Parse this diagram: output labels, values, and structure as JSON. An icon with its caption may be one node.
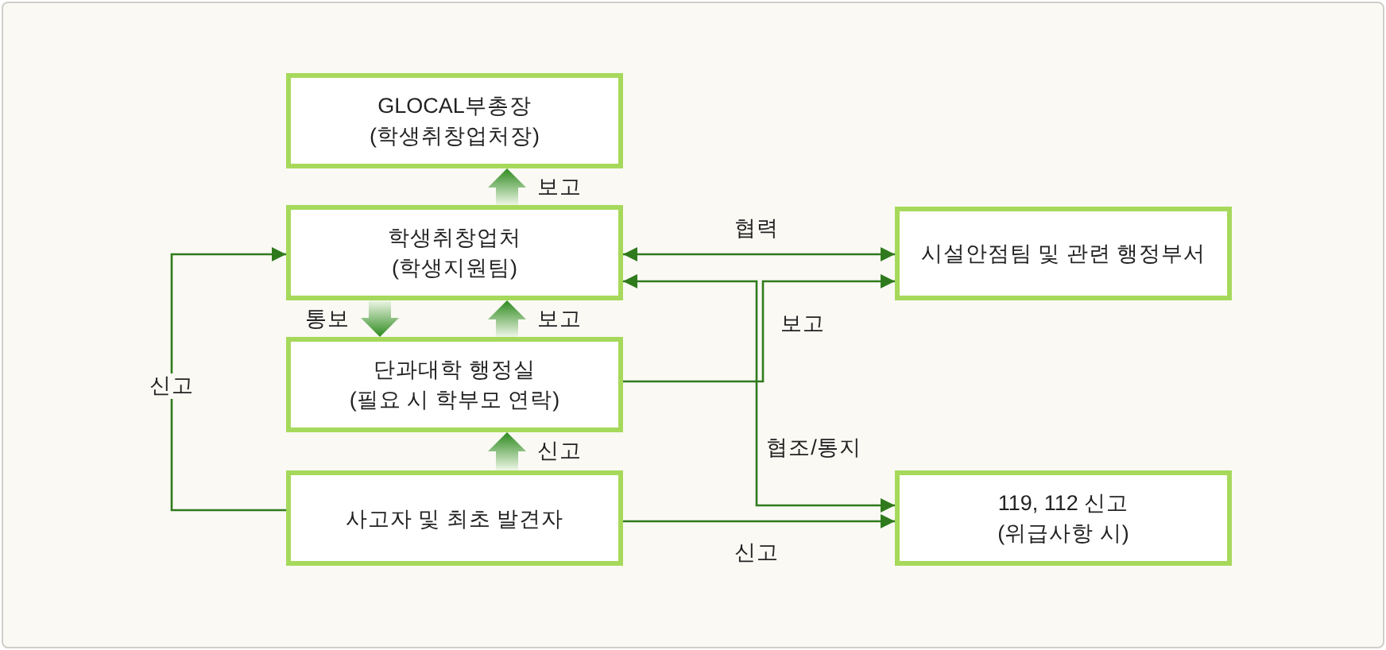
{
  "diagram": {
    "nodes": [
      {
        "text": [
          "GLOCAL부총장",
          "(학생취창업처장)"
        ]
      },
      {
        "text": [
          "학생취창업처",
          "(학생지원팀)"
        ]
      },
      {
        "text": [
          "단과대학 행정실",
          "(필요 시 학부모 연락)"
        ]
      },
      {
        "text": [
          "사고자 및 최초 발견자"
        ]
      },
      {
        "text": [
          "시설안점팀 및 관련 행정부서"
        ]
      },
      {
        "text": [
          "119, 112 신고",
          "(위급사항 시)"
        ]
      }
    ],
    "edges": [
      {
        "from": 1,
        "to": 0,
        "arrow": "to",
        "label": "보고",
        "style": "thick"
      },
      {
        "from": 1,
        "to": 2,
        "arrow": "to",
        "label": "통보",
        "style": "thick"
      },
      {
        "from": 2,
        "to": 1,
        "arrow": "to",
        "label": "보고",
        "style": "thick"
      },
      {
        "from": 3,
        "to": 2,
        "arrow": "to",
        "label": "신고",
        "style": "thick"
      },
      {
        "from": 3,
        "to": 1,
        "arrow": "to",
        "label": "신고"
      },
      {
        "from": 1,
        "to": 4,
        "arrow": "both",
        "label": "협력"
      },
      {
        "from": 2,
        "to": 4,
        "arrow": "to",
        "label": "보고"
      },
      {
        "from": 1,
        "to": 5,
        "arrow": "both",
        "label": "협조/통지"
      },
      {
        "from": 3,
        "to": 5,
        "arrow": "to",
        "label": "신고"
      }
    ]
  }
}
